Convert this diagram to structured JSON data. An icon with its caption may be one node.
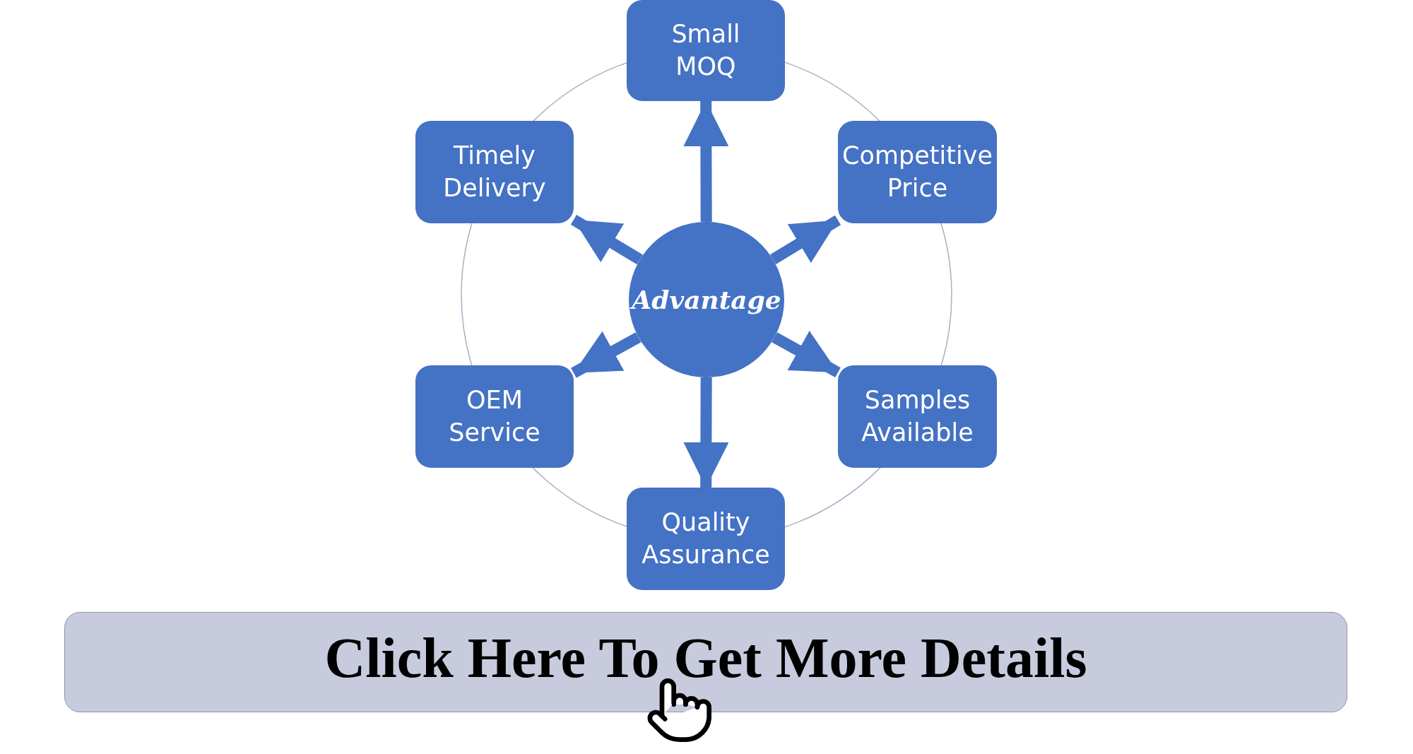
{
  "diagram": {
    "nodes": [
      {
        "text": [
          "Small MOQ"
        ]
      },
      {
        "text": [
          "Timely Delivery"
        ]
      },
      {
        "text": [
          "Competitive Price"
        ]
      },
      {
        "text": [
          "Advantage"
        ]
      },
      {
        "text": [
          "OEM Service"
        ]
      },
      {
        "text": [
          "Samples Available"
        ]
      },
      {
        "text": [
          "Quality Assurance"
        ]
      },
      {
        "text": [
          "Click Here To Get More Details"
        ]
      }
    ],
    "edges": [
      {
        "from": 3,
        "to": 0,
        "arrow": "to"
      },
      {
        "from": 3,
        "to": 1,
        "arrow": "to"
      },
      {
        "from": 3,
        "to": 2,
        "arrow": "to"
      },
      {
        "from": 3,
        "to": 4,
        "arrow": "to"
      },
      {
        "from": 3,
        "to": 5,
        "arrow": "to"
      },
      {
        "from": 3,
        "to": 6,
        "arrow": "to"
      }
    ]
  }
}
